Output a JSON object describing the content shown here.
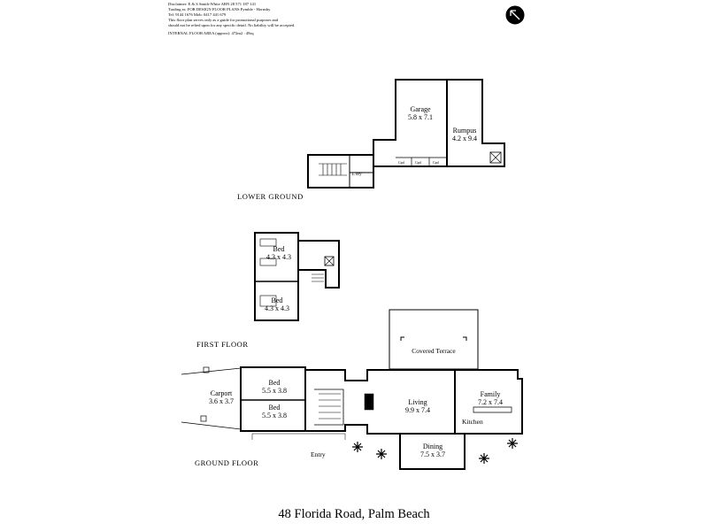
{
  "disclaimer": {
    "lines": [
      "Disclaimer:     E & S Smith-White   ABN 28 571 187 141",
      "Trading as: FOR DESIGN FLOOR PLANS Pymble - Hornsby",
      "Tel: 9144 1676  Mob: 0417 441 679",
      "This floor plan serves only as a guide for promotional purposes and",
      "should not be relied upon for any specific detail. No liability will be accepted."
    ],
    "area": "INTERNAL FLOOR AREA (approx): 472m2 : 49sq"
  },
  "compass_icon": "north-arrow-icon",
  "floors": {
    "lower_ground": {
      "label": "LOWER GROUND",
      "rooms": [
        {
          "name": "Garage",
          "size": "5.8 x 7.1"
        },
        {
          "name": "Rumpus",
          "size": "4.2 x 9.4"
        }
      ],
      "minor": [
        "L'dry",
        "Cpd",
        "Cpd",
        "Cpd"
      ]
    },
    "first_floor": {
      "label": "FIRST FLOOR",
      "rooms": [
        {
          "name": "Bed",
          "size": "4.3 x 4.3"
        },
        {
          "name": "Bed",
          "size": "4.3 x 4.3"
        }
      ]
    },
    "ground_floor": {
      "label": "GROUND FLOOR",
      "rooms": [
        {
          "name": "Carport",
          "size": "3.6 x 3.7"
        },
        {
          "name": "Bed",
          "size": "5.5 x 3.8"
        },
        {
          "name": "Bed",
          "size": "5.5 x 3.8"
        },
        {
          "name": "Living",
          "size": "9.9 x 7.4"
        },
        {
          "name": "Family",
          "size": "7.2 x 7.4"
        },
        {
          "name": "Dining",
          "size": "7.5 x 3.7"
        },
        {
          "name": "Covered Terrace",
          "size": ""
        },
        {
          "name": "Kitchen",
          "size": ""
        },
        {
          "name": "Entry",
          "size": ""
        }
      ]
    }
  },
  "address": "48 Florida Road, Palm Beach"
}
